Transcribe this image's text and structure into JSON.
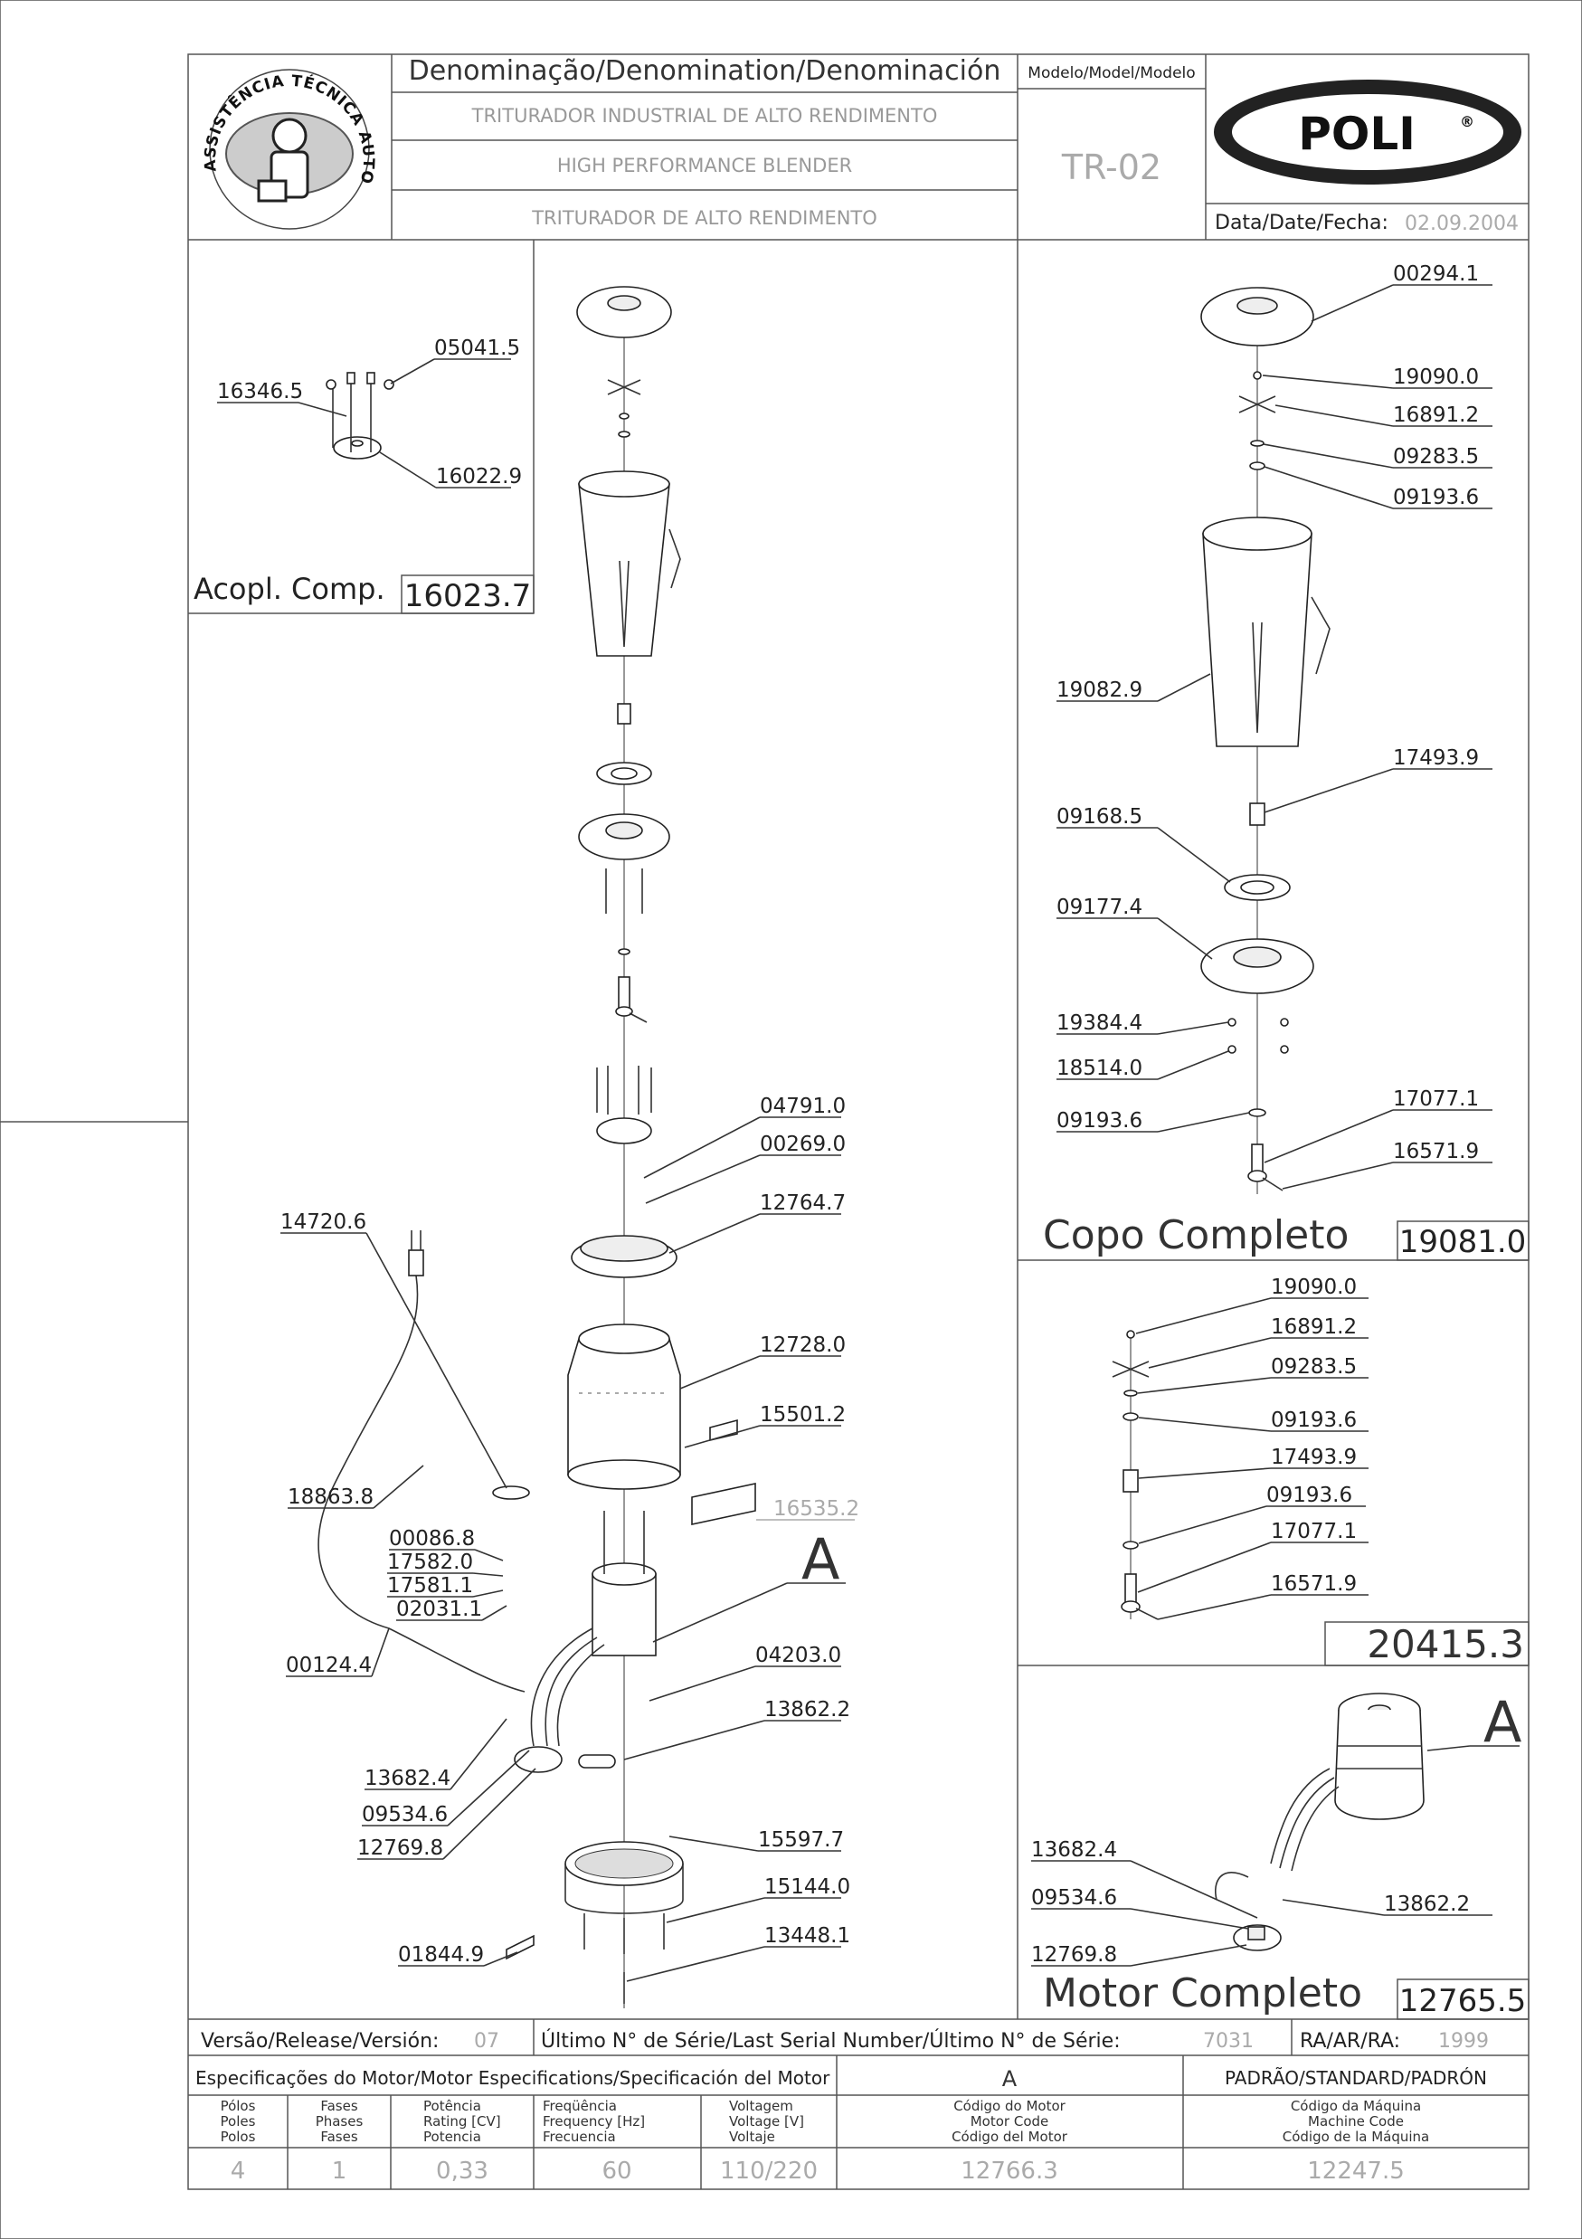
{
  "header": {
    "denomination_title": "Denominação/Denomination/Denominación",
    "name_pt": "TRITURADOR INDUSTRIAL DE ALTO RENDIMENTO",
    "name_en": "HIGH PERFORMANCE BLENDER",
    "name_es": "TRITURADOR DE ALTO RENDIMENTO",
    "model_label": "Modelo/Model/Modelo",
    "model_value": "TR-02",
    "brand": "POLI",
    "brand_mark": "®",
    "date_label": "Data/Date/Fecha:",
    "date_value": "02.09.2004",
    "seal_text": "ASSISTÊNCIA TÉCNICA AUTORIZADA"
  },
  "kit_coupling": {
    "title": "Acopl. Comp.",
    "code": "16023.7",
    "parts": [
      "05041.5",
      "16346.5",
      "16022.9"
    ]
  },
  "main_assembly": {
    "parts": [
      "04791.0",
      "00269.0",
      "12764.7",
      "14720.6",
      "12728.0",
      "15501.2",
      "16535.2",
      "18863.8",
      "00086.8",
      "17582.0",
      "17581.1",
      "02031.1",
      "00124.4",
      "04203.0",
      "13862.2",
      "13682.4",
      "09534.6",
      "12769.8",
      "15597.7",
      "15144.0",
      "13448.1",
      "01844.9"
    ],
    "detail_letter": "A"
  },
  "cup_complete": {
    "title": "Copo Completo",
    "code": "19081.0",
    "parts": [
      "00294.1",
      "19090.0",
      "16891.2",
      "09283.5",
      "09193.6",
      "19082.9",
      "17493.9",
      "09168.5",
      "09177.4",
      "19384.4",
      "18514.0",
      "09193.6",
      "17077.1",
      "16571.9"
    ]
  },
  "shaft_kit": {
    "code": "20415.3",
    "parts": [
      "19090.0",
      "16891.2",
      "09283.5",
      "09193.6",
      "17493.9",
      "09193.6",
      "17077.1",
      "16571.9"
    ]
  },
  "motor_complete": {
    "title": "Motor Completo",
    "code": "12765.5",
    "detail_letter": "A",
    "parts": [
      "13682.4",
      "09534.6",
      "12769.8",
      "13862.2"
    ]
  },
  "footer": {
    "version_label": "Versão/Release/Versión:",
    "version_value": "07",
    "serial_label": "Último N° de Série/Last Serial Number/Último N° de Série:",
    "serial_value": "7031",
    "ra_label": "RA/AR/RA:",
    "ra_value": "1999",
    "spec_label": "Especificações do Motor/Motor Especifications/Specificación del Motor",
    "spec_letter": "A",
    "standard_label": "PADRÃO/STANDARD/PADRÓN",
    "columns": [
      {
        "l1": "Pólos",
        "l2": "Poles",
        "l3": "Polos",
        "value": "4"
      },
      {
        "l1": "Fases",
        "l2": "Phases",
        "l3": "Fases",
        "value": "1"
      },
      {
        "l1": "Potência",
        "l2": "Rating [CV]",
        "l3": "Potencia",
        "value": "0,33"
      },
      {
        "l1": "Freqüência",
        "l2": "Frequency [Hz]",
        "l3": "Frecuencia",
        "value": "60"
      },
      {
        "l1": "Voltagem",
        "l2": "Voltage [V]",
        "l3": "Voltaje",
        "value": "110/220"
      },
      {
        "l1": "Código do Motor",
        "l2": "Motor Code",
        "l3": "Código del Motor",
        "value": "12766.3"
      },
      {
        "l1": "Código da Máquina",
        "l2": "Machine Code",
        "l3": "Código de la Máquina",
        "value": "12247.5"
      }
    ]
  }
}
